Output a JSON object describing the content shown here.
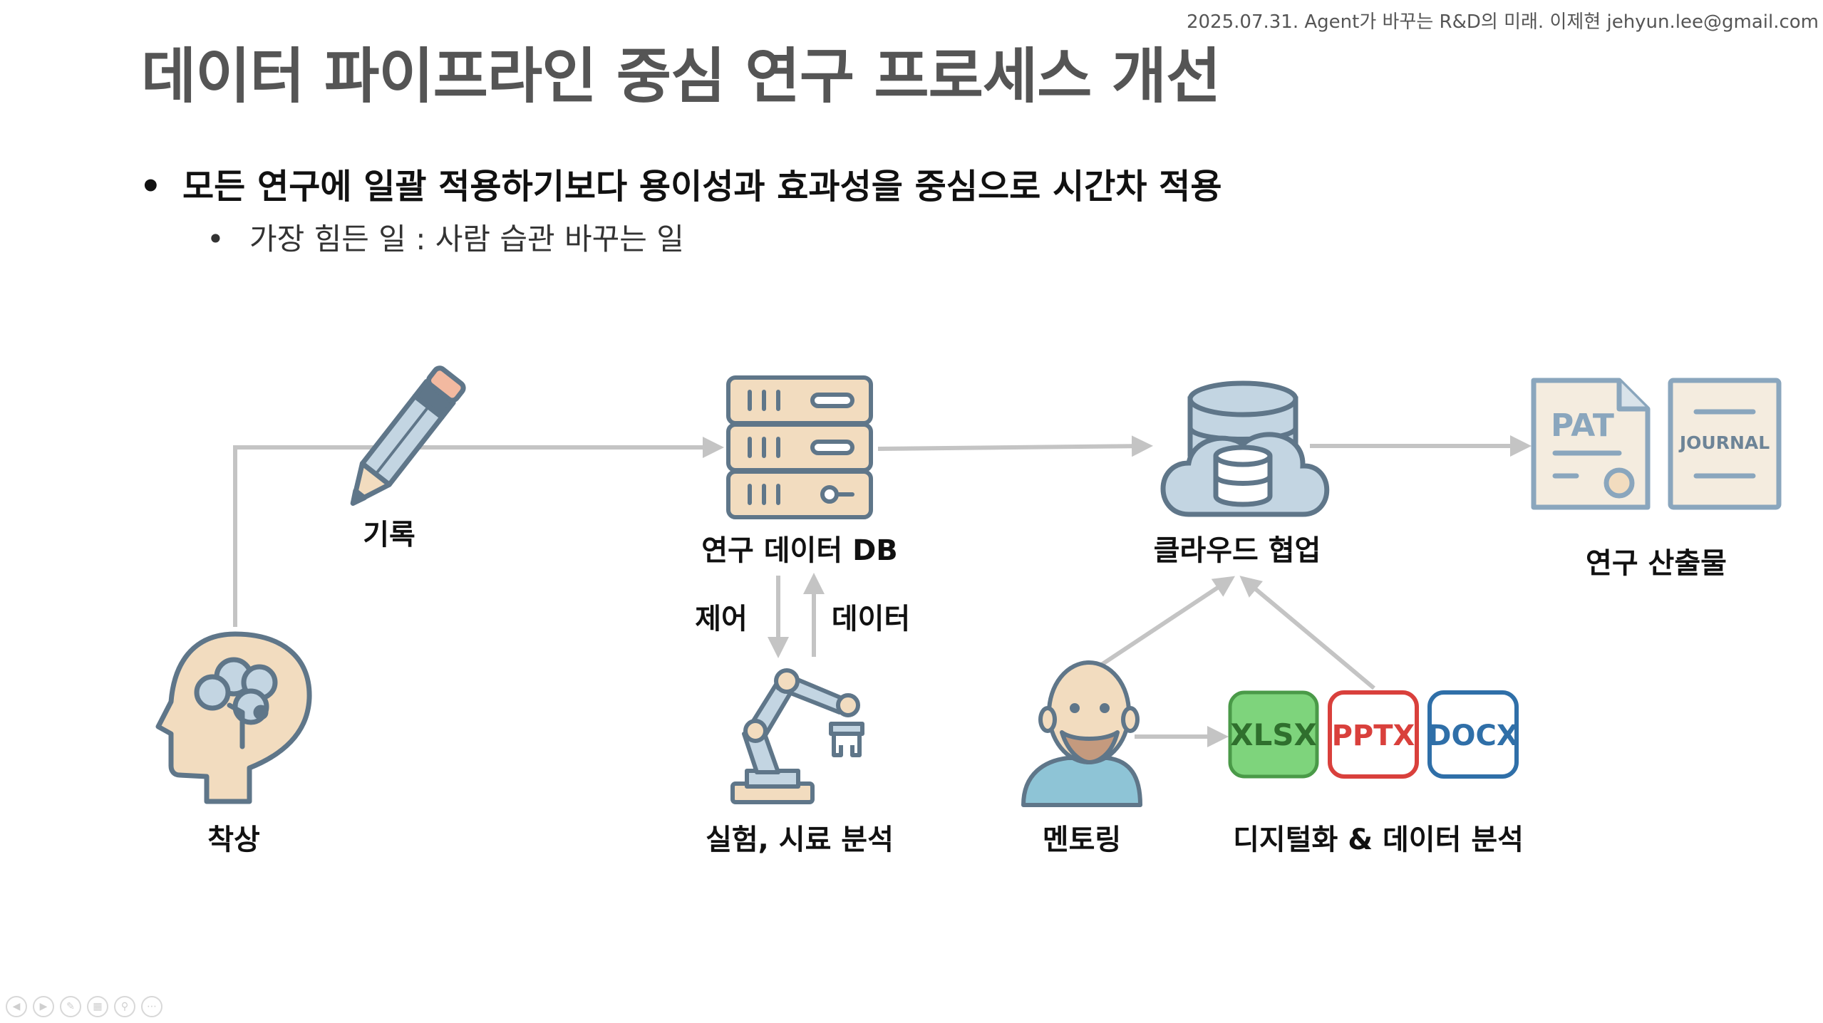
{
  "header_note": "2025.07.31. Agent가 바꾸는 R&D의 미래. 이제현 jehyun.lee@gmail.com",
  "title": "데이터 파이프라인 중심 연구 프로세스 개선",
  "bullets": [
    "모든 연구에 일괄 적용하기보다 용이성과 효과성을 중심으로 시간차 적용",
    "가장 힘든 일 : 사람 습관 바꾸는 일"
  ],
  "nodes": {
    "ideation": "착상",
    "record": "기록",
    "database": "연구 데이터 DB",
    "cloud": "클라우드 협업",
    "outputs": "연구 산출물",
    "experiment": "실험, 시료 분석",
    "mentoring": "멘토링",
    "digitization": "디지털화 & 데이터 분석"
  },
  "edge_labels": {
    "control": "제어",
    "data": "데이터"
  },
  "icon_texts": {
    "patent": "PAT",
    "journal": "JOURNAL",
    "xlsx": "XLSX",
    "pptx": "PPTX",
    "docx": "DOCX"
  },
  "icons": [
    "head-brain-icon",
    "pencil-icon",
    "server-icon",
    "cloud-database-icon",
    "patent-document-icon",
    "journal-document-icon",
    "robot-arm-icon",
    "bald-man-icon",
    "xlsx-icon",
    "pptx-icon",
    "docx-icon"
  ],
  "colors": {
    "title": "#555555",
    "arrow": "#c4c4c4",
    "icon_outline": "#5f7689",
    "xlsx": "#7ed47c",
    "pptx": "#d9403c",
    "docx": "#2f6fa8",
    "beige": "#f2dcbf",
    "light_blue": "#c3d5e2"
  }
}
